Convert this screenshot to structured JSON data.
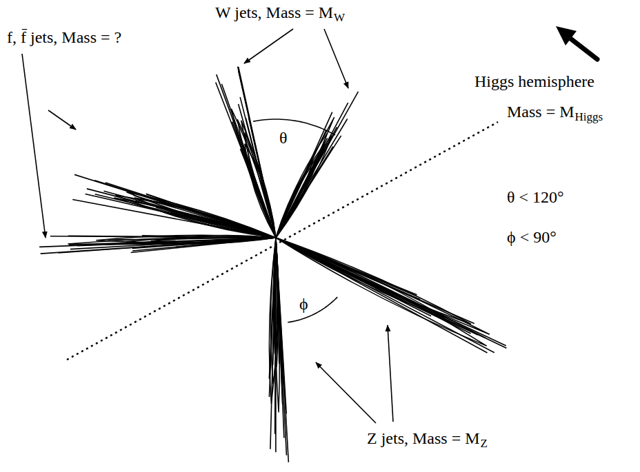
{
  "diagram": {
    "labels": [
      "W jets, Mass = M",
      "W",
      "f, f̄ jets, Mass = ?",
      "θ",
      "Higgs hemisphere",
      "Mass = M",
      "Higgs",
      "θ < 120°",
      "ϕ < 90°",
      "ϕ",
      "Z jets, Mass = M",
      "Z"
    ]
  }
}
